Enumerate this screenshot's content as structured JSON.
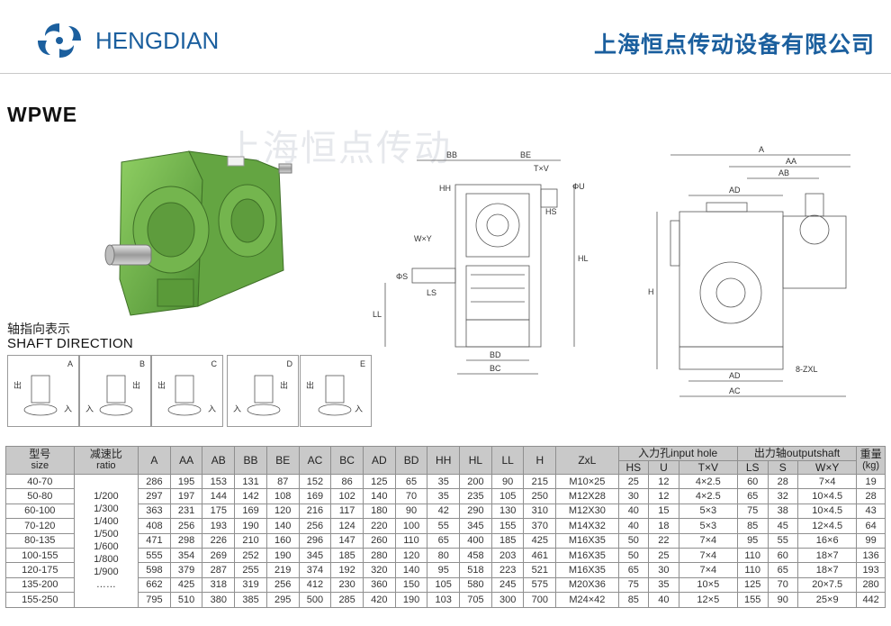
{
  "header": {
    "brand": "HENGDIAN",
    "company": "上海恒点传动设备有限公司",
    "model": "WPWE",
    "watermark": "上海恒点传动"
  },
  "colors": {
    "brand": "#1b5f9e",
    "gearbox_green": "#6fb04a",
    "table_header": "#c9c9c9"
  },
  "drawing_labels": {
    "side": [
      "BB",
      "BE",
      "T×V",
      "ΦU",
      "HH",
      "HS",
      "W×Y",
      "ΦS",
      "LS",
      "LL",
      "HL",
      "BD",
      "BC"
    ],
    "front": [
      "A",
      "AA",
      "AB",
      "AD",
      "H",
      "AD",
      "AC",
      "8-ZXL"
    ]
  },
  "shaft_direction": {
    "title_cn": "轴指向表示",
    "title_en": "SHAFT DIRECTION",
    "panels": [
      {
        "letter": "A",
        "in": "入",
        "out": "出"
      },
      {
        "letter": "B",
        "in": "入",
        "out": "出"
      },
      {
        "letter": "C",
        "in": "入",
        "out": "出"
      },
      {
        "letter": "D",
        "in": "入",
        "out": "出"
      },
      {
        "letter": "E",
        "in": "入",
        "out": "出"
      }
    ]
  },
  "table": {
    "size_header": "型号",
    "size_sub": "size",
    "ratio_header": "减速比",
    "ratio_sub": "ratio",
    "dims": [
      "A",
      "AA",
      "AB",
      "BB",
      "BE",
      "AC",
      "BC",
      "AD",
      "BD",
      "HH",
      "HL",
      "LL",
      "H",
      "ZxL"
    ],
    "input_group": "入力孔input hole",
    "input_cols": [
      "HS",
      "U",
      "T×V"
    ],
    "output_group": "出力轴outputshaft",
    "output_cols": [
      "LS",
      "S",
      "W×Y"
    ],
    "weight_header": "重量",
    "weight_sub": "(kg)",
    "ratios": [
      "1/200",
      "1/300",
      "1/400",
      "1/500",
      "1/600",
      "1/800",
      "1/900",
      "……"
    ],
    "rows": [
      [
        "40-70",
        "286",
        "195",
        "153",
        "131",
        "87",
        "152",
        "86",
        "125",
        "65",
        "35",
        "200",
        "90",
        "215",
        "M10×25",
        "25",
        "12",
        "4×2.5",
        "60",
        "28",
        "7×4",
        "19"
      ],
      [
        "50-80",
        "297",
        "197",
        "144",
        "142",
        "108",
        "169",
        "102",
        "140",
        "70",
        "35",
        "235",
        "105",
        "250",
        "M12X28",
        "30",
        "12",
        "4×2.5",
        "65",
        "32",
        "10×4.5",
        "28"
      ],
      [
        "60-100",
        "363",
        "231",
        "175",
        "169",
        "120",
        "216",
        "117",
        "180",
        "90",
        "42",
        "290",
        "130",
        "310",
        "M12X30",
        "40",
        "15",
        "5×3",
        "75",
        "38",
        "10×4.5",
        "43"
      ],
      [
        "70-120",
        "408",
        "256",
        "193",
        "190",
        "140",
        "256",
        "124",
        "220",
        "100",
        "55",
        "345",
        "155",
        "370",
        "M14X32",
        "40",
        "18",
        "5×3",
        "85",
        "45",
        "12×4.5",
        "64"
      ],
      [
        "80-135",
        "471",
        "298",
        "226",
        "210",
        "160",
        "296",
        "147",
        "260",
        "110",
        "65",
        "400",
        "185",
        "425",
        "M16X35",
        "50",
        "22",
        "7×4",
        "95",
        "55",
        "16×6",
        "99"
      ],
      [
        "100-155",
        "555",
        "354",
        "269",
        "252",
        "190",
        "345",
        "185",
        "280",
        "120",
        "80",
        "458",
        "203",
        "461",
        "M16X35",
        "50",
        "25",
        "7×4",
        "110",
        "60",
        "18×7",
        "136"
      ],
      [
        "120-175",
        "598",
        "379",
        "287",
        "255",
        "219",
        "374",
        "192",
        "320",
        "140",
        "95",
        "518",
        "223",
        "521",
        "M16X35",
        "65",
        "30",
        "7×4",
        "110",
        "65",
        "18×7",
        "193"
      ],
      [
        "135-200",
        "662",
        "425",
        "318",
        "319",
        "256",
        "412",
        "230",
        "360",
        "150",
        "105",
        "580",
        "245",
        "575",
        "M20X36",
        "75",
        "35",
        "10×5",
        "125",
        "70",
        "20×7.5",
        "280"
      ],
      [
        "155-250",
        "795",
        "510",
        "380",
        "385",
        "295",
        "500",
        "285",
        "420",
        "190",
        "103",
        "705",
        "300",
        "700",
        "M24×42",
        "85",
        "40",
        "12×5",
        "155",
        "90",
        "25×9",
        "442"
      ]
    ]
  }
}
